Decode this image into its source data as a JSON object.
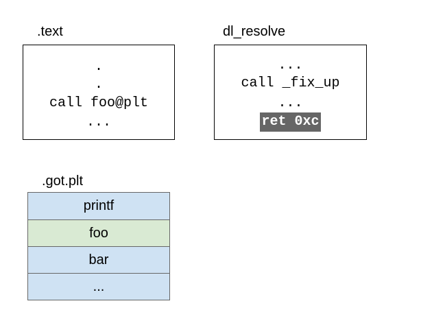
{
  "text_section": {
    "title": ".text",
    "lines": [
      ".",
      ".",
      "call foo@plt",
      "..."
    ]
  },
  "dl_resolve": {
    "title": "dl_resolve",
    "lines": [
      "...",
      "call _fix_up",
      "..."
    ],
    "highlighted_line": "ret 0xc"
  },
  "got_plt": {
    "title": ".got.plt",
    "rows": [
      {
        "label": "printf",
        "color": "#cfe2f3"
      },
      {
        "label": "foo",
        "color": "#d9ead3"
      },
      {
        "label": "bar",
        "color": "#cfe2f3"
      },
      {
        "label": "...",
        "color": "#cfe2f3"
      }
    ]
  },
  "colors": {
    "got_default": "#cfe2f3",
    "got_highlight": "#d9ead3",
    "ret_highlight": "#666666"
  }
}
